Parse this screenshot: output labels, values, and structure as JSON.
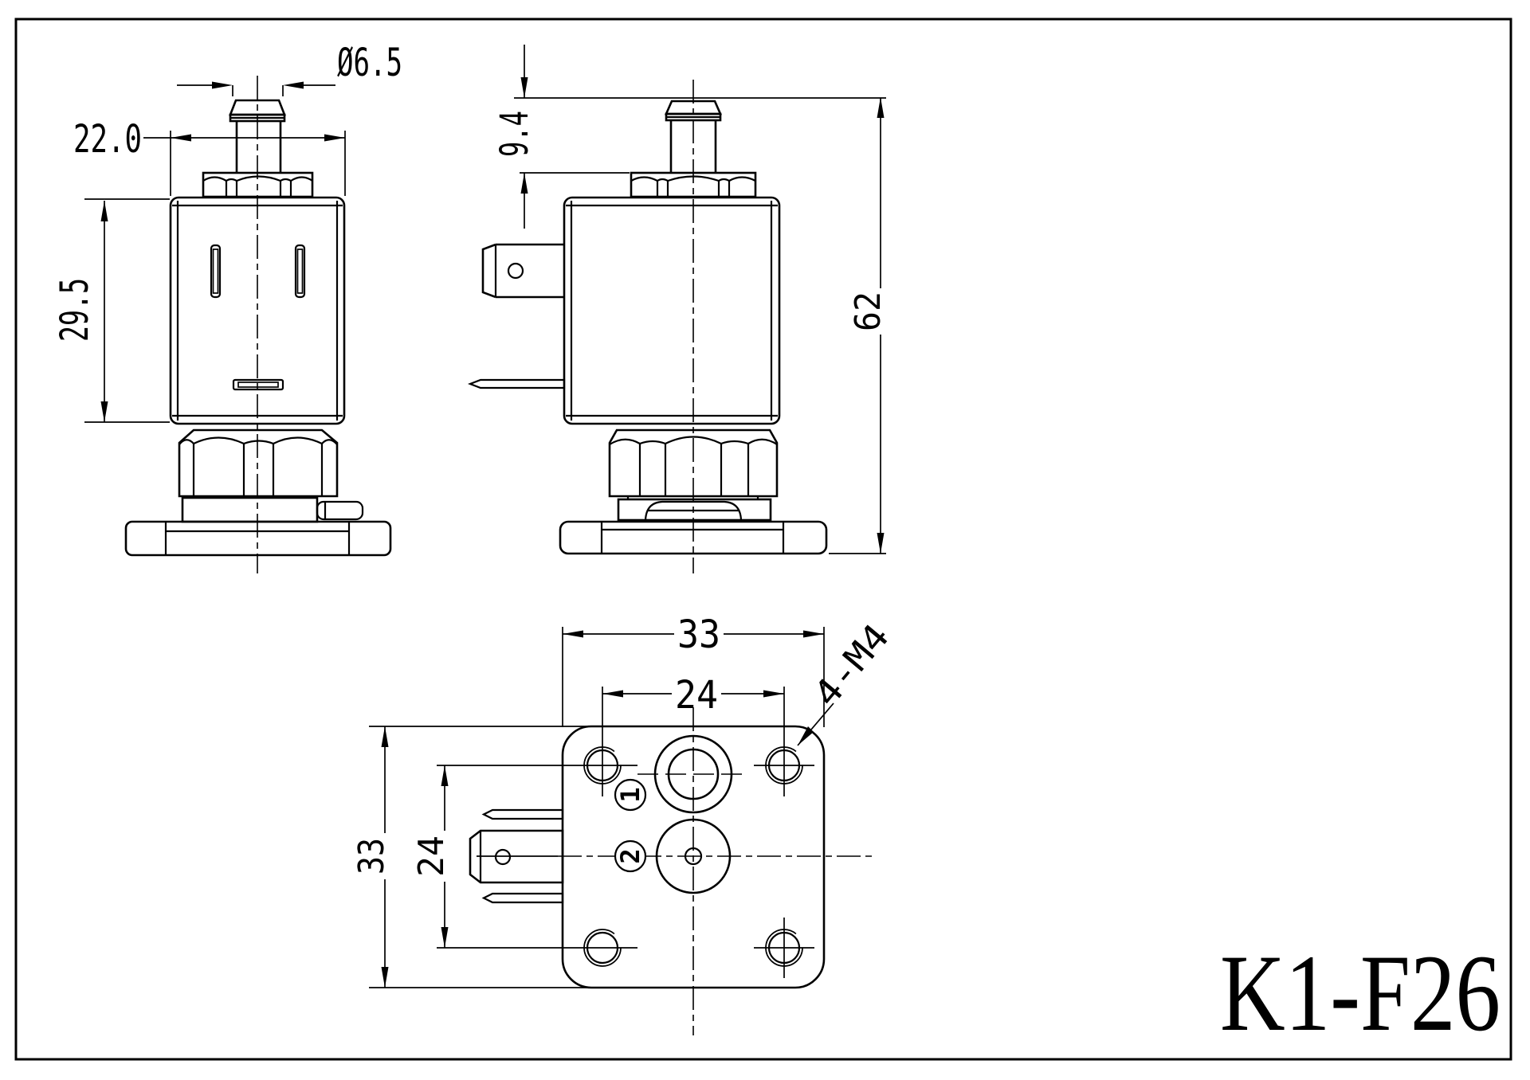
{
  "title": "K1-F26",
  "colors": {
    "line": "#000000",
    "background": "#ffffff"
  },
  "dims": {
    "front": {
      "nozzle_diameter": "Ø6.5",
      "nut_width": "22.0",
      "body_height": "29.5"
    },
    "side": {
      "nozzle_height": "9.4",
      "total_height": "62"
    },
    "bottom": {
      "plate_width": "33",
      "hole_spacing_horizontal": "24",
      "plate_height": "33",
      "hole_spacing_vertical": "24",
      "mount_holes": "4-M4"
    }
  },
  "labels": {
    "port1": "1",
    "port2": "2"
  }
}
